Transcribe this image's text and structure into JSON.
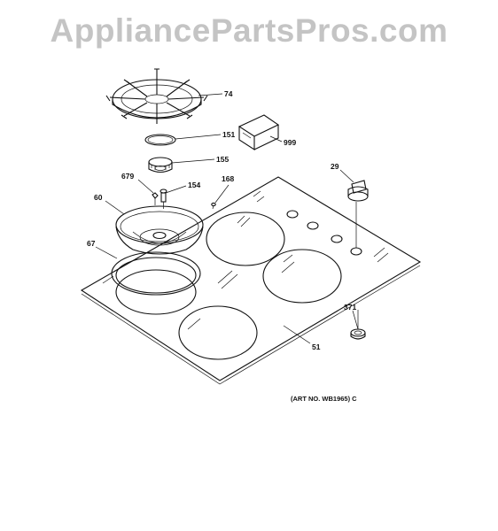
{
  "watermark": "AppliancePartsPros.com",
  "callouts": {
    "grate": "74",
    "seal": "151",
    "kit": "999",
    "burner_head": "155",
    "electrode": "679",
    "orifice": "154",
    "screw": "168",
    "knob": "29",
    "burner_bowl": "60",
    "gasket": "67",
    "grommet": "371",
    "cooktop": "51"
  },
  "art_number": "(ART NO. WB1965) C",
  "colors": {
    "watermark": "#c4c4c4",
    "line": "#111111",
    "background": "#ffffff"
  }
}
